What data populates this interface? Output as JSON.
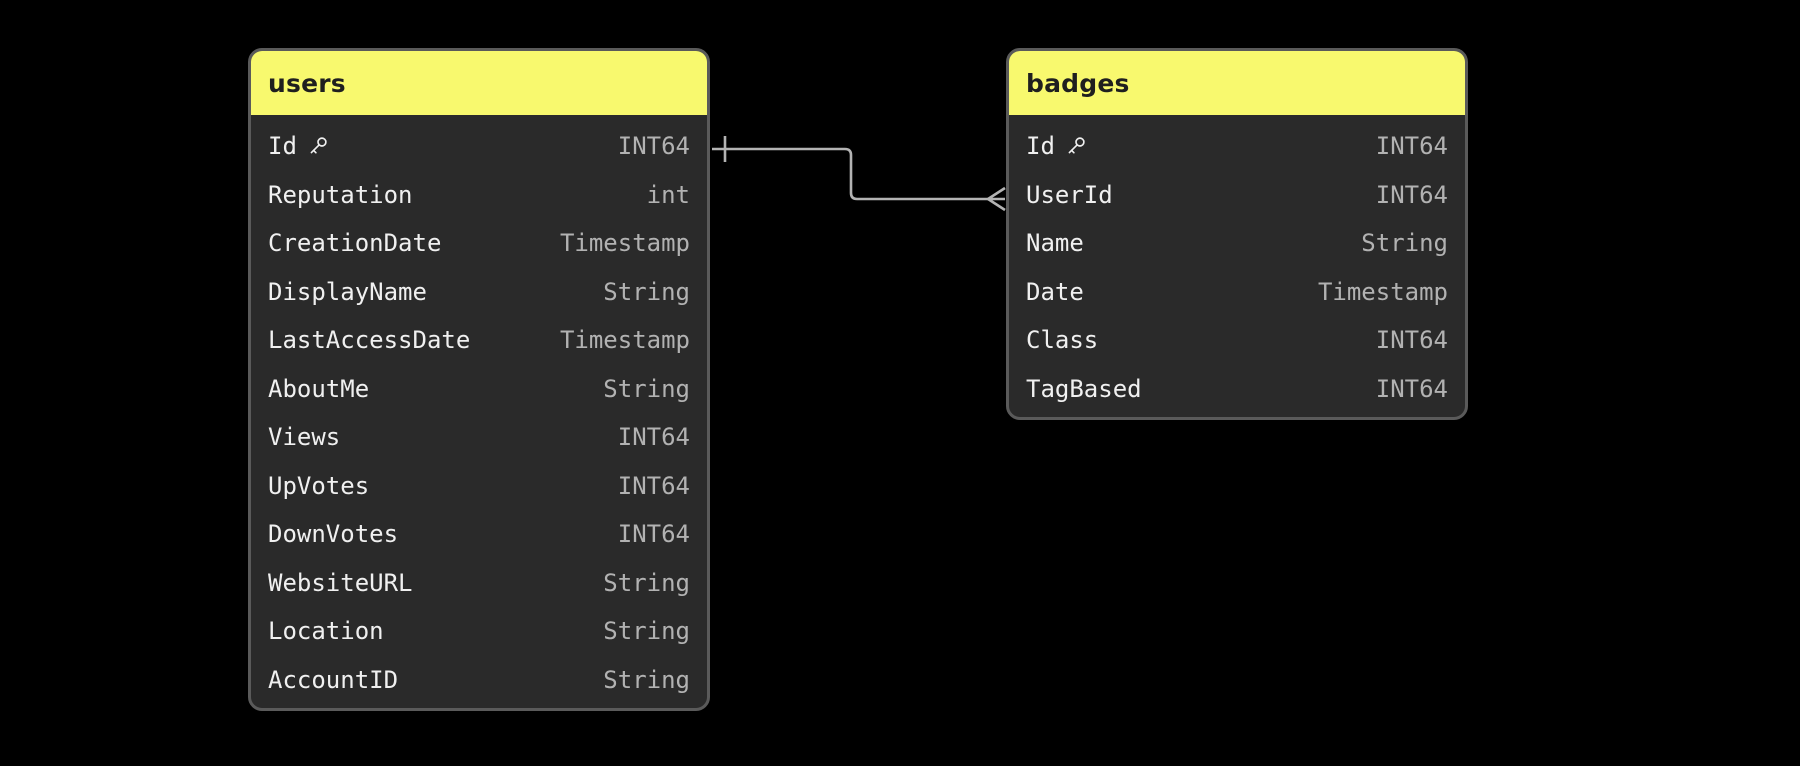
{
  "canvas": {
    "background": "#000000"
  },
  "diagram": {
    "tables": [
      {
        "id": "users",
        "name": "users",
        "fields": [
          {
            "name": "Id",
            "type": "INT64",
            "primary_key": true
          },
          {
            "name": "Reputation",
            "type": "int",
            "primary_key": false
          },
          {
            "name": "CreationDate",
            "type": "Timestamp",
            "primary_key": false
          },
          {
            "name": "DisplayName",
            "type": "String",
            "primary_key": false
          },
          {
            "name": "LastAccessDate",
            "type": "Timestamp",
            "primary_key": false
          },
          {
            "name": "AboutMe",
            "type": "String",
            "primary_key": false
          },
          {
            "name": "Views",
            "type": "INT64",
            "primary_key": false
          },
          {
            "name": "UpVotes",
            "type": "INT64",
            "primary_key": false
          },
          {
            "name": "DownVotes",
            "type": "INT64",
            "primary_key": false
          },
          {
            "name": "WebsiteURL",
            "type": "String",
            "primary_key": false
          },
          {
            "name": "Location",
            "type": "String",
            "primary_key": false
          },
          {
            "name": "AccountID",
            "type": "String",
            "primary_key": false
          }
        ]
      },
      {
        "id": "badges",
        "name": "badges",
        "fields": [
          {
            "name": "Id",
            "type": "INT64",
            "primary_key": true
          },
          {
            "name": "UserId",
            "type": "INT64",
            "primary_key": false
          },
          {
            "name": "Name",
            "type": "String",
            "primary_key": false
          },
          {
            "name": "Date",
            "type": "Timestamp",
            "primary_key": false
          },
          {
            "name": "Class",
            "type": "INT64",
            "primary_key": false
          },
          {
            "name": "TagBased",
            "type": "INT64",
            "primary_key": false
          }
        ]
      }
    ],
    "relationship": {
      "from_table": "users",
      "from_field": "Id",
      "from_cardinality": "one",
      "to_table": "badges",
      "to_field": "UserId",
      "to_cardinality": "many"
    },
    "colors": {
      "page_background": "#000000",
      "header_background": "#f8f96e",
      "header_text": "#1f1f1f",
      "table_background": "#2a2a2a",
      "table_border": "#5a5a5a",
      "field_text": "#f0f0f0",
      "type_text": "#b2b2b2",
      "connector_line": "#b3b3b3",
      "key_icon": "#f0f0f0"
    }
  }
}
